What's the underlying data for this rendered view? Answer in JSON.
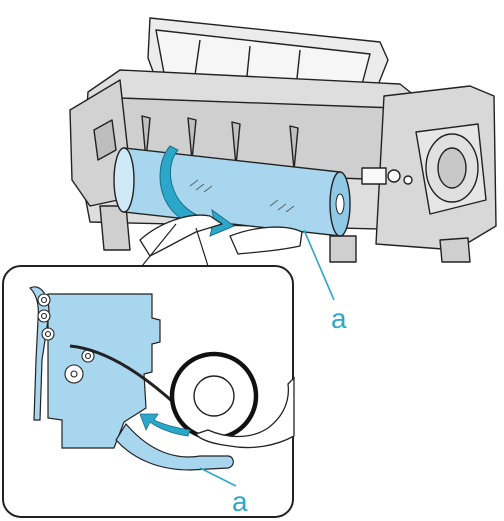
{
  "figure": {
    "callout_label_top": "a",
    "callout_label_bottom": "a"
  },
  "colors": {
    "accent_cyan": "#2aa7c9",
    "roll_blue": "#a8d6ee",
    "outline": "#222222",
    "printer_gray": "#dcdcdc"
  },
  "icons": [
    "printer-illustration",
    "paper-roll",
    "rotation-arrow",
    "hands",
    "paper-path-cross-section",
    "feed-arrow"
  ]
}
